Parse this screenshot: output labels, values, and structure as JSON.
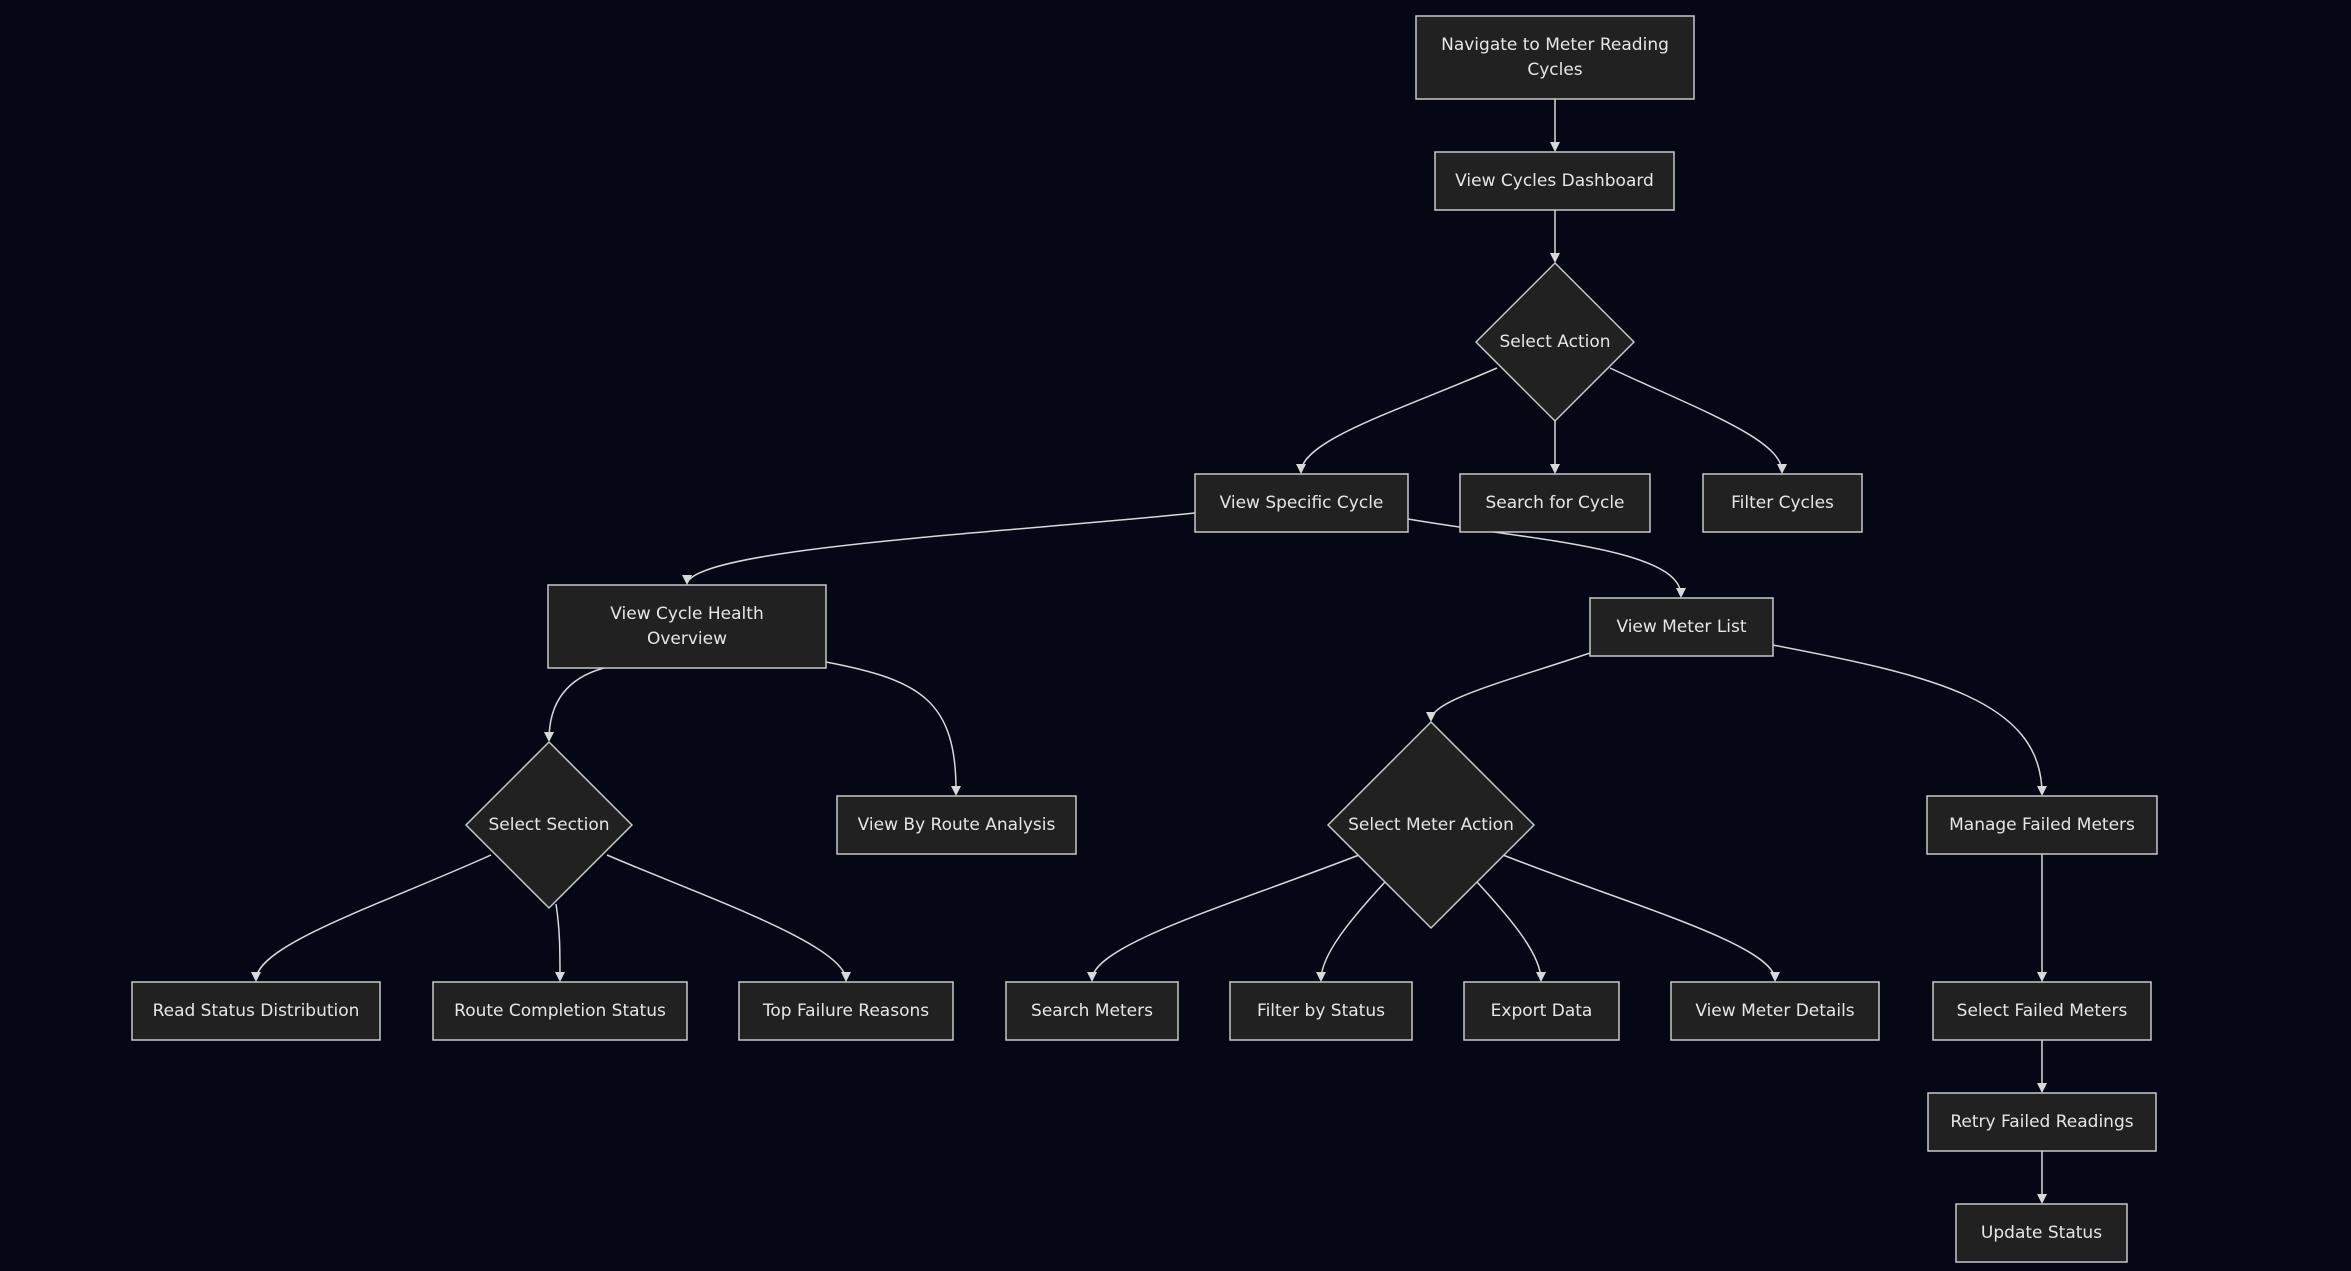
{
  "flowchart": {
    "nodes": {
      "navigate": [
        "Navigate to Meter Reading",
        "Cycles"
      ],
      "dashboard": [
        "View Cycles Dashboard"
      ],
      "select_action": [
        "Select Action"
      ],
      "view_specific": [
        "View Specific Cycle"
      ],
      "search_cycle": [
        "Search for Cycle"
      ],
      "filter_cycles": [
        "Filter Cycles"
      ],
      "health_overview": [
        "View Cycle Health",
        "Overview"
      ],
      "meter_list": [
        "View Meter List"
      ],
      "select_section": [
        "Select Section"
      ],
      "route_analysis": [
        "View By Route Analysis"
      ],
      "select_meter_action": [
        "Select Meter Action"
      ],
      "manage_failed": [
        "Manage Failed Meters"
      ],
      "read_status": [
        "Read Status Distribution"
      ],
      "route_completion": [
        "Route Completion Status"
      ],
      "top_failure": [
        "Top Failure Reasons"
      ],
      "search_meters": [
        "Search Meters"
      ],
      "filter_status": [
        "Filter by Status"
      ],
      "export_data": [
        "Export Data"
      ],
      "meter_details": [
        "View Meter Details"
      ],
      "select_failed": [
        "Select Failed Meters"
      ],
      "retry_failed": [
        "Retry Failed Readings"
      ],
      "update_status": [
        "Update Status"
      ]
    },
    "edges": [
      [
        "navigate",
        "dashboard"
      ],
      [
        "dashboard",
        "select_action"
      ],
      [
        "select_action",
        "view_specific"
      ],
      [
        "select_action",
        "search_cycle"
      ],
      [
        "select_action",
        "filter_cycles"
      ],
      [
        "view_specific",
        "health_overview"
      ],
      [
        "view_specific",
        "meter_list"
      ],
      [
        "health_overview",
        "select_section"
      ],
      [
        "health_overview",
        "route_analysis"
      ],
      [
        "select_section",
        "read_status"
      ],
      [
        "select_section",
        "route_completion"
      ],
      [
        "select_section",
        "top_failure"
      ],
      [
        "meter_list",
        "select_meter_action"
      ],
      [
        "meter_list",
        "manage_failed"
      ],
      [
        "select_meter_action",
        "search_meters"
      ],
      [
        "select_meter_action",
        "filter_status"
      ],
      [
        "select_meter_action",
        "export_data"
      ],
      [
        "select_meter_action",
        "meter_details"
      ],
      [
        "manage_failed",
        "select_failed"
      ],
      [
        "select_failed",
        "retry_failed"
      ],
      [
        "retry_failed",
        "update_status"
      ]
    ]
  }
}
